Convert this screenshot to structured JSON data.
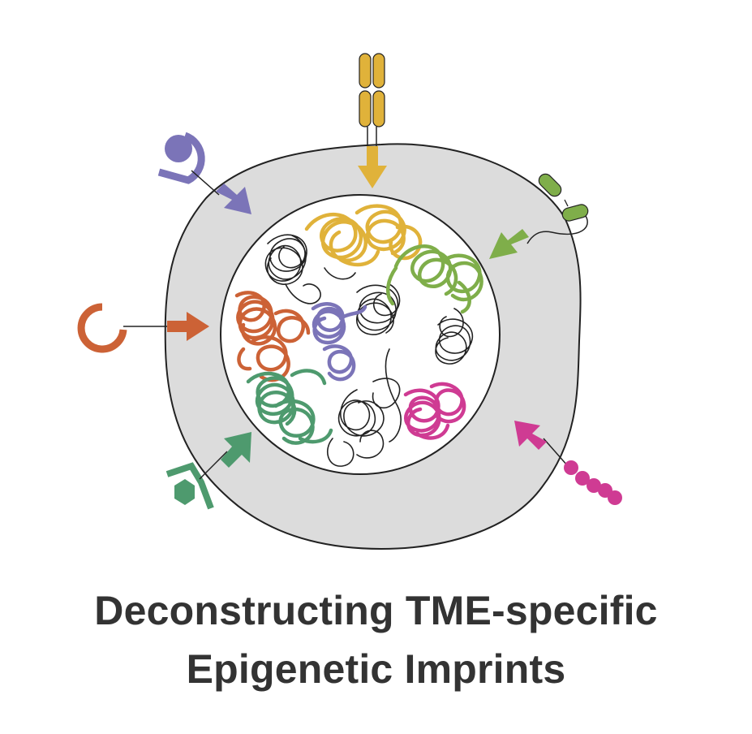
{
  "caption": {
    "line1": "Deconstructing TME-specific",
    "line2": "Epigenetic Imprints"
  },
  "colors": {
    "cytoplasm": "#dcdcdc",
    "outline": "#222222",
    "nucleus": "#ffffff",
    "chromatin_black": "#222222",
    "yellow": "#e0b23a",
    "green": "#7fae4a",
    "purple": "#7b74b8",
    "orange": "#cc6236",
    "teal": "#4e9a6e",
    "magenta": "#cf3b93",
    "caption_text": "#333333"
  },
  "signals": [
    {
      "name": "antibody-receptor",
      "color": "yellow"
    },
    {
      "name": "tethered-ligand-receptor",
      "color": "green"
    },
    {
      "name": "cup-receptor-with-ligand",
      "color": "purple"
    },
    {
      "name": "cup-receptor",
      "color": "orange"
    },
    {
      "name": "hexagon-ligand-receptor",
      "color": "teal"
    },
    {
      "name": "bead-chain-receptor",
      "color": "magenta"
    }
  ]
}
